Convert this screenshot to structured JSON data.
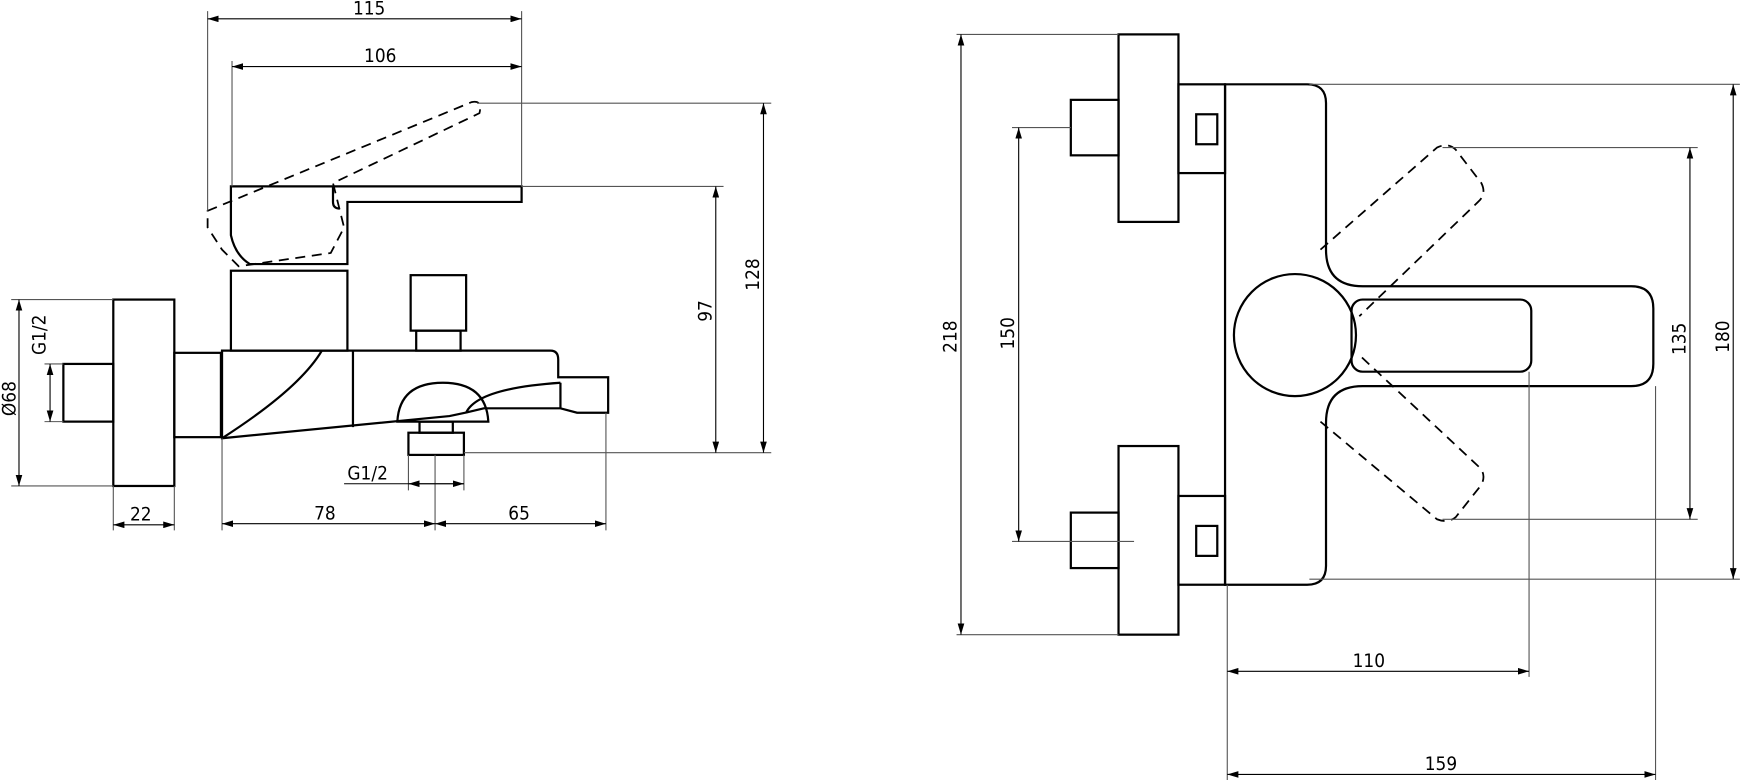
{
  "drawing": {
    "side_view": {
      "dim_overall_length": "115",
      "dim_lever_length": "106",
      "dim_total_height": "128",
      "dim_lever_height": "97",
      "dim_flange_diameter": "Ø68",
      "dim_inlet_thread": "G1/2",
      "dim_flange_depth": "22",
      "dim_body_to_outlet": "78",
      "dim_outlet_to_spout": "65",
      "dim_outlet_thread": "G1/2"
    },
    "top_view": {
      "dim_overall_width": "218",
      "dim_inlet_centers": "150",
      "dim_lever_span": "135",
      "dim_body_width": "180",
      "dim_lever_reach": "110",
      "dim_total_depth": "159"
    }
  }
}
